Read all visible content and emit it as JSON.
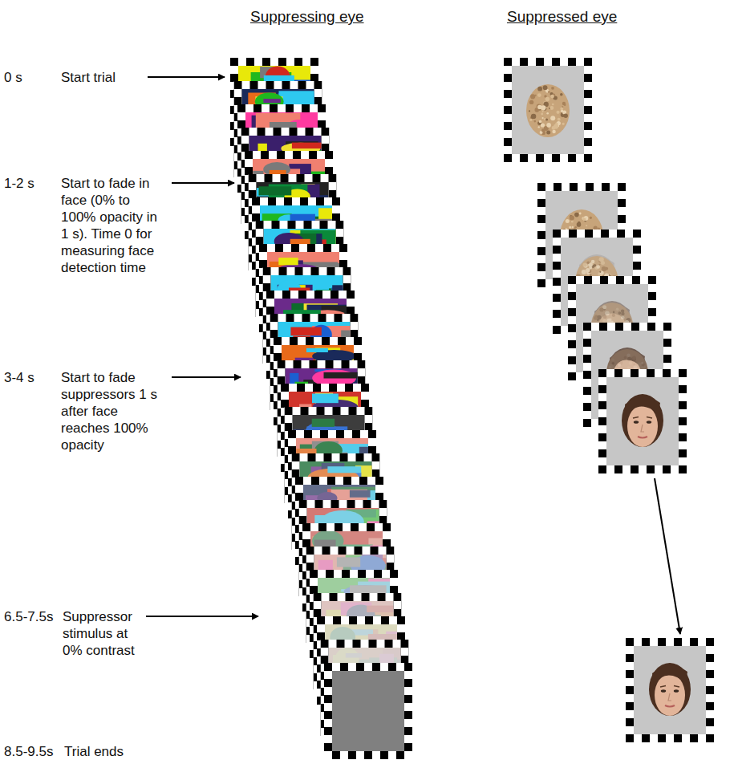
{
  "diagram": {
    "labels": [
      "Suppressing eye",
      "Suppressed eye",
      "0 s",
      "Start trial",
      "1-2 s",
      "Start to fade in face (0% to 100% opacity in 1 s). Time 0 for measuring face detection time",
      "3-4 s",
      "Start to fade suppressors 1 s after face reaches 100% opacity",
      "6.5-7.5s",
      "Suppressor stimulus at 0% contrast",
      "8.5-9.5s",
      "Trial ends"
    ]
  }
}
